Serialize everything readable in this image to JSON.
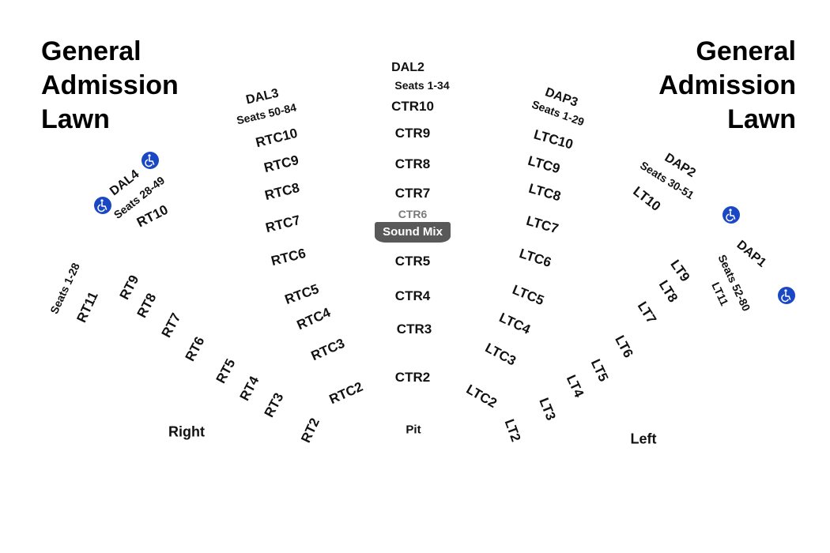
{
  "lawn": {
    "left": "General\nAdmission\nLawn",
    "right": "General\nAdmission\nLawn"
  },
  "center_sections": [
    "CTR10",
    "CTR9",
    "CTR8",
    "CTR7",
    "CTR6",
    "CTR5",
    "CTR4",
    "CTR3",
    "CTR2"
  ],
  "sound_mix": "Sound Mix",
  "pit": "Pit",
  "right_area": "Right",
  "left_area": "Left",
  "rtc_sections": [
    "RTC10",
    "RTC9",
    "RTC8",
    "RTC7",
    "RTC6",
    "RTC5",
    "RTC4",
    "RTC3",
    "RTC2"
  ],
  "ltc_sections": [
    "LTC10",
    "LTC9",
    "LTC8",
    "LTC7",
    "LTC6",
    "LTC5",
    "LTC4",
    "LTC3",
    "LTC2"
  ],
  "rt_sections": [
    "RT11",
    "RT10",
    "RT9",
    "RT8",
    "RT7",
    "RT6",
    "RT5",
    "RT4",
    "RT3",
    "RT2"
  ],
  "lt_sections": [
    "LT11",
    "LT10",
    "LT9",
    "LT8",
    "LT7",
    "LT6",
    "LT5",
    "LT4",
    "LT3",
    "LT2"
  ],
  "dal2": {
    "name": "DAL2",
    "seats": "Seats 1-34"
  },
  "dal3": {
    "name": "DAL3",
    "seats": "Seats 50-84"
  },
  "dal4": {
    "name": "DAL4",
    "seats": "Seats 28-49"
  },
  "dap1": {
    "name": "DAP1",
    "seats": "Seats 52-80"
  },
  "dap2": {
    "name": "DAP2",
    "seats": "Seats 30-51"
  },
  "dap3": {
    "name": "DAP3",
    "seats": "Seats 1-29"
  },
  "rt11_seats": "Seats 1-28",
  "accessible_icons": [
    "wheelchair-icon",
    "wheelchair-icon",
    "wheelchair-icon",
    "wheelchair-icon"
  ],
  "colors": {
    "accessible": "#1a47c4",
    "sound_mix_bg": "#595959",
    "ctr6_text": "#7a7a7a"
  }
}
